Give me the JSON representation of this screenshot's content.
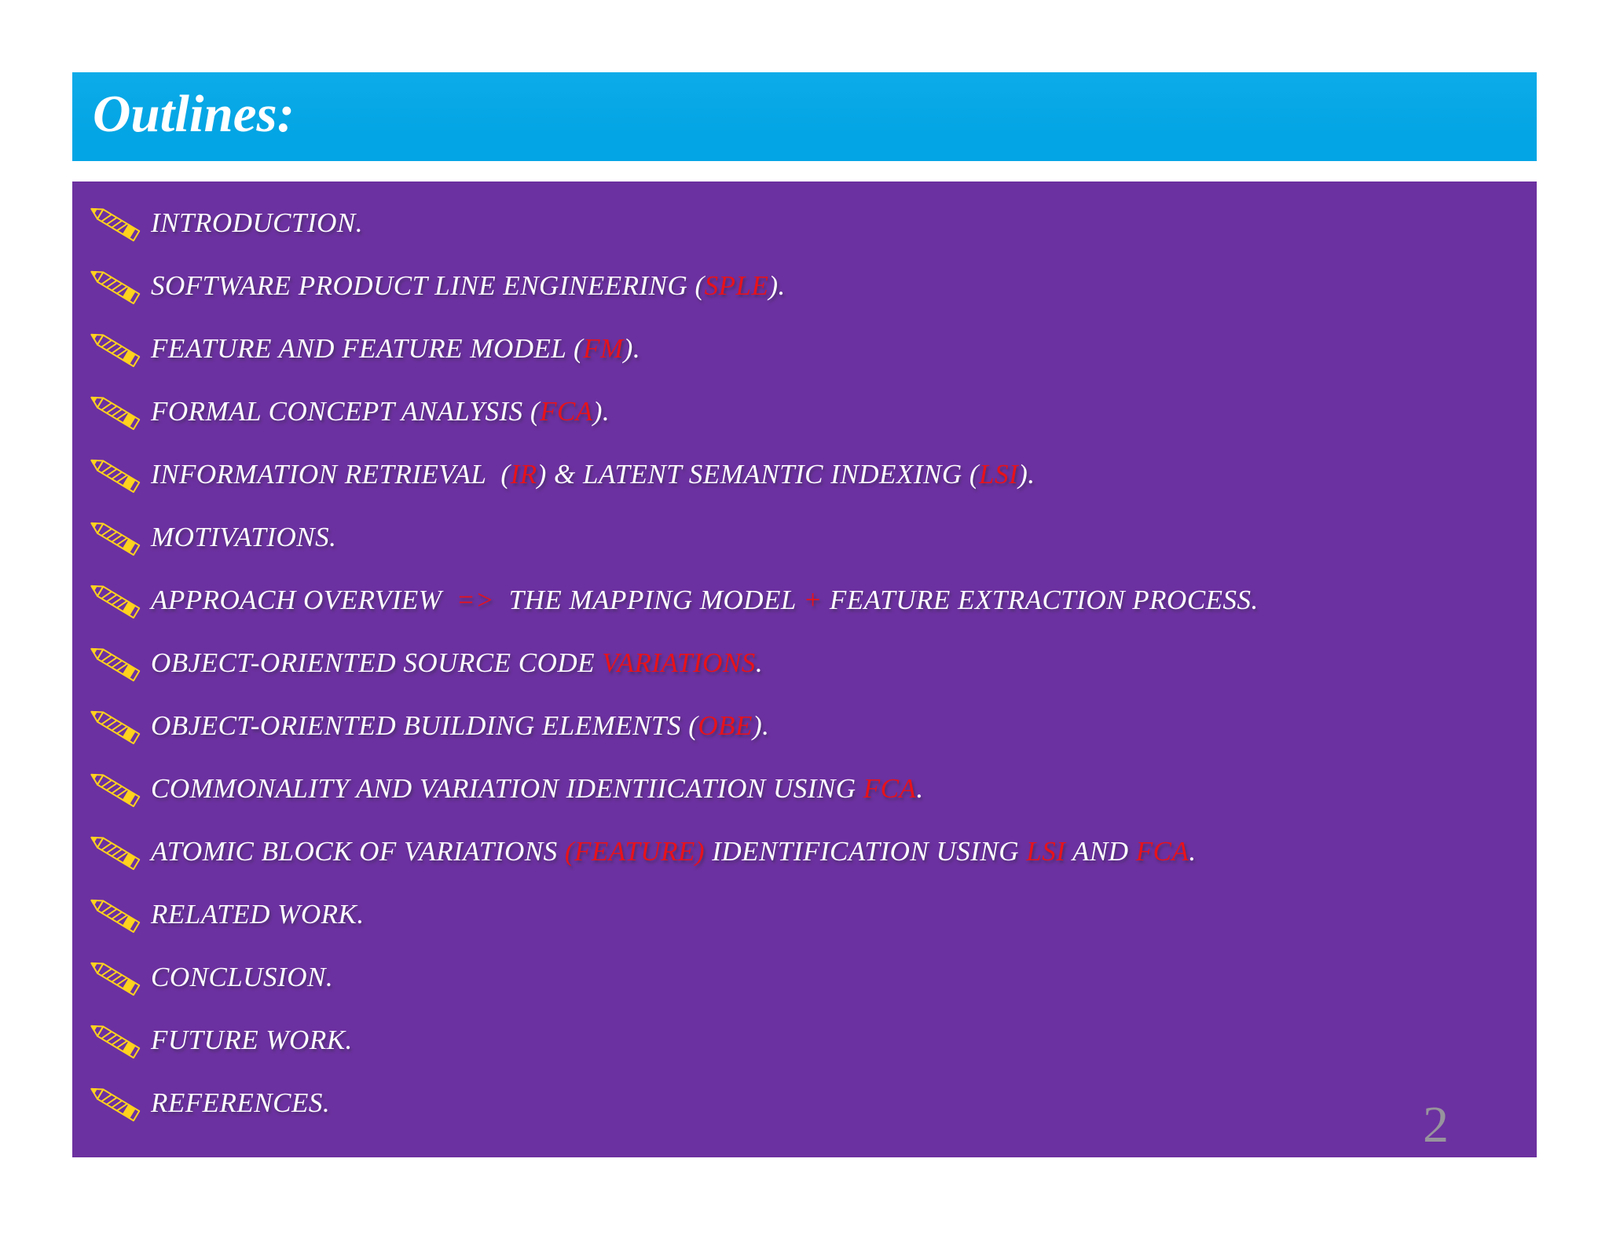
{
  "slide": {
    "title": "Outlines:",
    "page_number": "2",
    "colors": {
      "background": "#ffffff",
      "banner": "#04a5e4",
      "panel": "#6c31a0",
      "highlight": "#e8121a",
      "title_text": "#ffffff",
      "body_text": "#ffffff",
      "page_number": "#97949d",
      "pencil": "#ffd21e"
    }
  },
  "outline": {
    "bullet_icon": "pencil-icon",
    "items": [
      {
        "segments": [
          {
            "text": "INTRODUCTION.",
            "highlight": false
          }
        ]
      },
      {
        "segments": [
          {
            "text": "SOFTWARE PRODUCT LINE ENGINEERING (",
            "highlight": false
          },
          {
            "text": "SPLE",
            "highlight": true
          },
          {
            "text": ").",
            "highlight": false
          }
        ]
      },
      {
        "segments": [
          {
            "text": "FEATURE AND FEATURE MODEL (",
            "highlight": false
          },
          {
            "text": "FM",
            "highlight": true
          },
          {
            "text": ").",
            "highlight": false
          }
        ]
      },
      {
        "segments": [
          {
            "text": "FORMAL CONCEPT ANALYSIS (",
            "highlight": false
          },
          {
            "text": "FCA",
            "highlight": true
          },
          {
            "text": ").",
            "highlight": false
          }
        ]
      },
      {
        "segments": [
          {
            "text": "INFORMATION RETRIEVAL  (",
            "highlight": false
          },
          {
            "text": "IR",
            "highlight": true
          },
          {
            "text": ") & LATENT SEMANTIC INDEXING (",
            "highlight": false
          },
          {
            "text": "LSI",
            "highlight": true
          },
          {
            "text": ").",
            "highlight": false
          }
        ]
      },
      {
        "segments": [
          {
            "text": "MOTIVATIONS.",
            "highlight": false
          }
        ]
      },
      {
        "segments": [
          {
            "text": "APPROACH OVERVIEW  ",
            "highlight": false
          },
          {
            "text": "=>",
            "highlight": true
          },
          {
            "text": "  THE MAPPING MODEL ",
            "highlight": false
          },
          {
            "text": "+",
            "highlight": true
          },
          {
            "text": " FEATURE EXTRACTION PROCESS.",
            "highlight": false
          }
        ]
      },
      {
        "segments": [
          {
            "text": "OBJECT-ORIENTED SOURCE CODE ",
            "highlight": false
          },
          {
            "text": "VARIATIONS",
            "highlight": true
          },
          {
            "text": ".",
            "highlight": false
          }
        ]
      },
      {
        "segments": [
          {
            "text": "OBJECT-ORIENTED BUILDING ELEMENTS (",
            "highlight": false
          },
          {
            "text": "OBE",
            "highlight": true
          },
          {
            "text": ").",
            "highlight": false
          }
        ]
      },
      {
        "segments": [
          {
            "text": "COMMONALITY AND VARIATION IDENTIICATION USING ",
            "highlight": false
          },
          {
            "text": "FCA",
            "highlight": true
          },
          {
            "text": ".",
            "highlight": false
          }
        ]
      },
      {
        "segments": [
          {
            "text": "ATOMIC BLOCK OF VARIATIONS ",
            "highlight": false
          },
          {
            "text": "(FEATURE)",
            "highlight": true
          },
          {
            "text": " IDENTIFICATION USING ",
            "highlight": false
          },
          {
            "text": "LSI",
            "highlight": true
          },
          {
            "text": " AND ",
            "highlight": false
          },
          {
            "text": "FCA",
            "highlight": true
          },
          {
            "text": ".",
            "highlight": false
          }
        ]
      },
      {
        "segments": [
          {
            "text": "RELATED WORK.",
            "highlight": false
          }
        ]
      },
      {
        "segments": [
          {
            "text": "CONCLUSION.",
            "highlight": false
          }
        ]
      },
      {
        "segments": [
          {
            "text": "FUTURE WORK.",
            "highlight": false
          }
        ]
      },
      {
        "segments": [
          {
            "text": "REFERENCES.",
            "highlight": false
          }
        ]
      }
    ]
  }
}
